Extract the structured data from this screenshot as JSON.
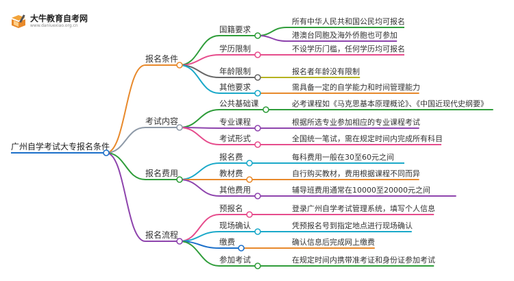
{
  "brand": {
    "name": "大牛教育自考网",
    "url": "www.daniuexiao.org.cn",
    "logo_icon": "book-pencil-logo"
  },
  "diagram": {
    "root": "广州自学考试大专报名条件",
    "branches": [
      {
        "label": "报名条件",
        "color": "#e8892b",
        "children": [
          {
            "label": "国籍要求",
            "color": "#2f9d3a",
            "leaves": [
              {
                "text": "所有中华人民共和国公民均可报名",
                "color": "#2f9d3a"
              },
              {
                "text": "港澳台同胞及海外侨胞也可参加",
                "color": "#8e44ad"
              }
            ]
          },
          {
            "label": "学历限制",
            "color": "#e64c8c",
            "leaves": [
              {
                "text": "不设学历门槛，任何学历均可报名",
                "color": "#e64c8c"
              }
            ]
          },
          {
            "label": "年龄限制",
            "color": "#666666",
            "leaves": [
              {
                "text": "报名者年龄没有限制",
                "color": "#b5b21f"
              }
            ]
          },
          {
            "label": "其他要求",
            "color": "#1ba9c9",
            "leaves": [
              {
                "text": "需具备一定的自学能力和时间管理能力",
                "color": "#e8892b"
              }
            ]
          }
        ]
      },
      {
        "label": "考试内容",
        "color": "#8e9aa8",
        "children": [
          {
            "label": "公共基础课",
            "color": "#2f9d3a",
            "leaves": [
              {
                "text": "必考课程如《马克思基本原理概论》、《中国近现代史纲要》",
                "color": "#2f9d3a"
              }
            ]
          },
          {
            "label": "专业课程",
            "color": "#8e44ad",
            "leaves": [
              {
                "text": "根据所选专业参加相应的专业课程考试",
                "color": "#8e44ad"
              }
            ]
          },
          {
            "label": "考试形式",
            "color": "#e64c8c",
            "leaves": [
              {
                "text": "全国统一笔试，需在规定时间内完成所有科目",
                "color": "#e64c8c"
              }
            ]
          }
        ]
      },
      {
        "label": "报名费用",
        "color": "#2f9d3a",
        "children": [
          {
            "label": "报名费",
            "color": "#1ba9c9",
            "leaves": [
              {
                "text": "每科费用一般在30至60元之间",
                "color": "#1ba9c9"
              }
            ]
          },
          {
            "label": "教材费",
            "color": "#e8892b",
            "leaves": [
              {
                "text": "自行购买教材，费用根据课程不同而异",
                "color": "#e8892b"
              }
            ]
          },
          {
            "label": "其他费用",
            "color": "#8e44ad",
            "leaves": [
              {
                "text": "辅导班费用通常在10000至20000元之间",
                "color": "#8e44ad"
              }
            ]
          }
        ]
      },
      {
        "label": "报名流程",
        "color": "#8e44ad",
        "children": [
          {
            "label": "预报名",
            "color": "#e64c8c",
            "leaves": [
              {
                "text": "登录广州自学考试管理系统，填写个人信息",
                "color": "#e64c8c"
              }
            ]
          },
          {
            "label": "现场确认",
            "color": "#1ba9c9",
            "leaves": [
              {
                "text": "凭预报名号到指定地点进行现场确认",
                "color": "#1ba9c9"
              }
            ]
          },
          {
            "label": "缴费",
            "color": "#1b6fc9",
            "leaves": [
              {
                "text": "确认信息后完成网上缴费",
                "color": "#e8892b"
              }
            ]
          },
          {
            "label": "参加考试",
            "color": "#2f9d3a",
            "leaves": [
              {
                "text": "在规定时间内携带准考证和身份证参加考试",
                "color": "#2f9d3a"
              }
            ]
          }
        ]
      }
    ]
  }
}
